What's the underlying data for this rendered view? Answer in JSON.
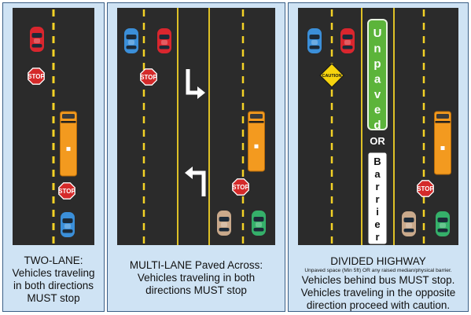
{
  "colors": {
    "panel_bg": "#cfe3f4",
    "panel_border": "#3b5f86",
    "road": "#2b2b2b",
    "yellow_line": "#f3d226",
    "stop_red": "#d42a2a",
    "caution_yellow": "#f6d40e",
    "median_green": "#5cb43a",
    "bus_orange": "#f39a1f",
    "car_red": "#d9262e",
    "car_blue": "#3b8fd9",
    "car_tan": "#c9a98b",
    "car_green": "#35b06a"
  },
  "stop_sign_text": "STOP",
  "caution_sign_text": "CAUTION",
  "panels": [
    {
      "id": "two-lane",
      "caption_lines": [
        "TWO-LANE:",
        "Vehicles traveling",
        "in both directions",
        "MUST stop"
      ]
    },
    {
      "id": "multi-lane",
      "caption_lines": [
        "MULTI-LANE Paved Across:",
        "Vehicles traveling in both",
        "directions MUST stop"
      ]
    },
    {
      "id": "divided-highway",
      "caption_title": "DIVIDED HIGHWAY",
      "caption_note": "Unpaved space (Min 5ft) OR any raised median/physical barrier.",
      "caption_lines": [
        "Vehicles behind bus MUST stop.",
        "Vehicles traveling in the opposite",
        "direction proceed with caution."
      ],
      "median_letters": [
        "U",
        "n",
        "p",
        "a",
        "v",
        "e",
        "d"
      ],
      "or_text": "OR",
      "barrier_letters": [
        "B",
        "a",
        "r",
        "r",
        "i",
        "e",
        "r"
      ]
    }
  ]
}
